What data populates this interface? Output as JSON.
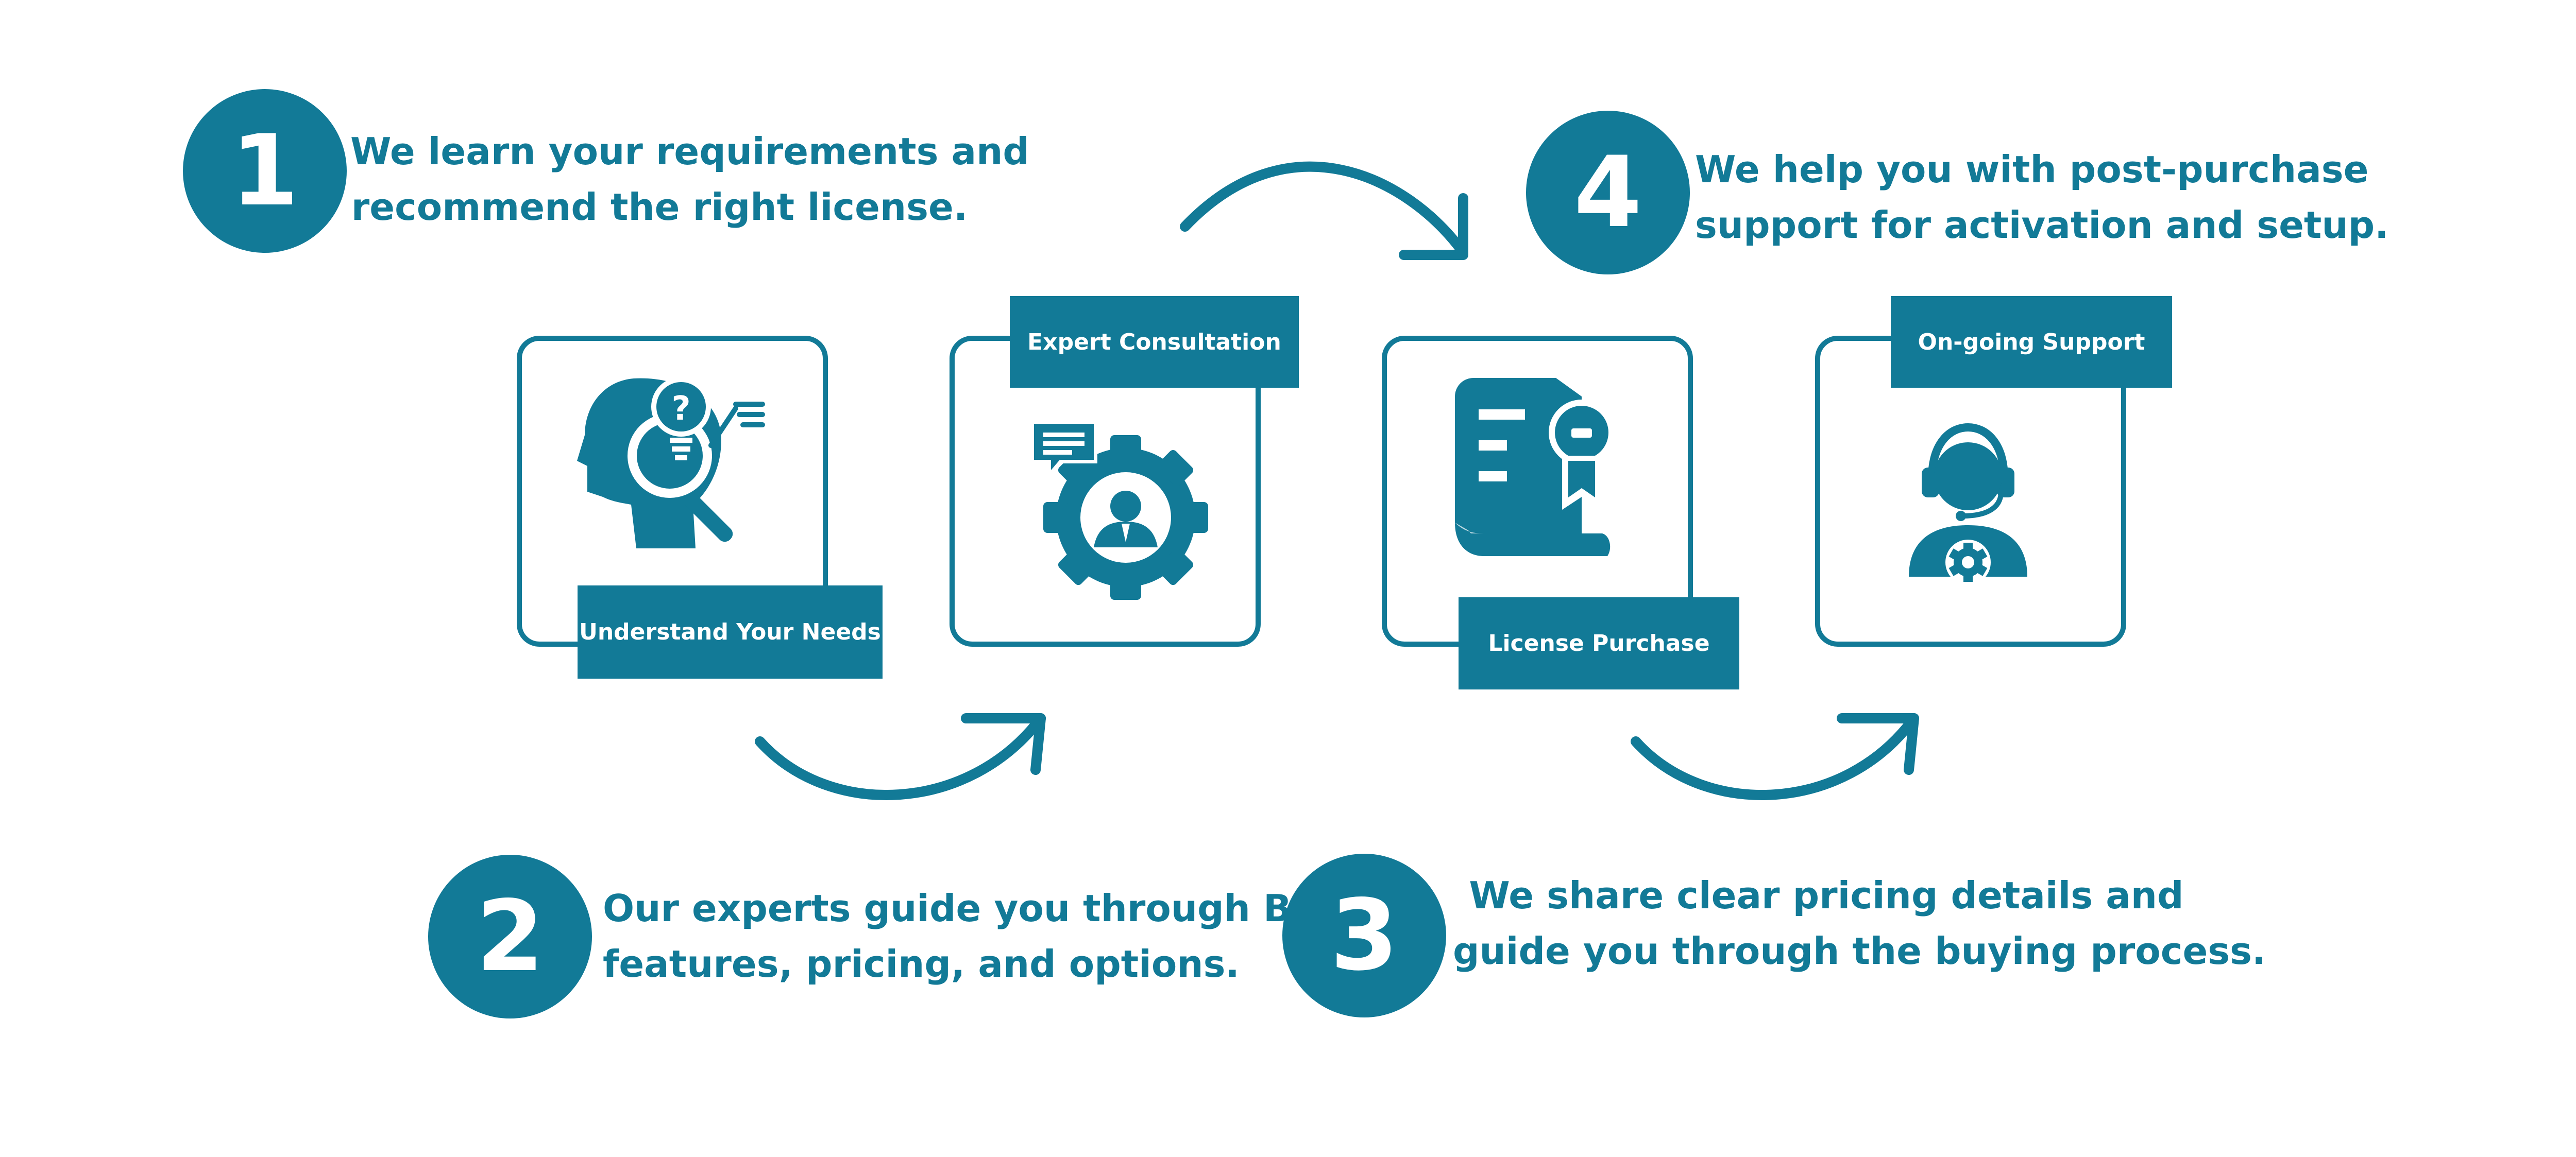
{
  "colors": {
    "accent": "#127a97",
    "background": "#ffffff"
  },
  "steps": [
    {
      "number": "1",
      "lines": [
        "We learn your requirements and",
        "recommend the right license."
      ],
      "card": "Understand Your Needs",
      "icon": "head-idea-magnifier-icon"
    },
    {
      "number": "2",
      "lines": [
        "Our experts guide you through BI",
        "features, pricing, and options."
      ],
      "card": "Expert Consultation",
      "icon": "gear-expert-chat-icon"
    },
    {
      "number": "3",
      "lines": [
        "We share clear pricing details and",
        "guide you through the buying process."
      ],
      "card": "License Purchase",
      "icon": "license-certificate-icon"
    },
    {
      "number": "4",
      "lines": [
        "We help you with post-purchase",
        "support for activation and setup."
      ],
      "card": "On-going Support",
      "icon": "support-agent-icon"
    }
  ]
}
